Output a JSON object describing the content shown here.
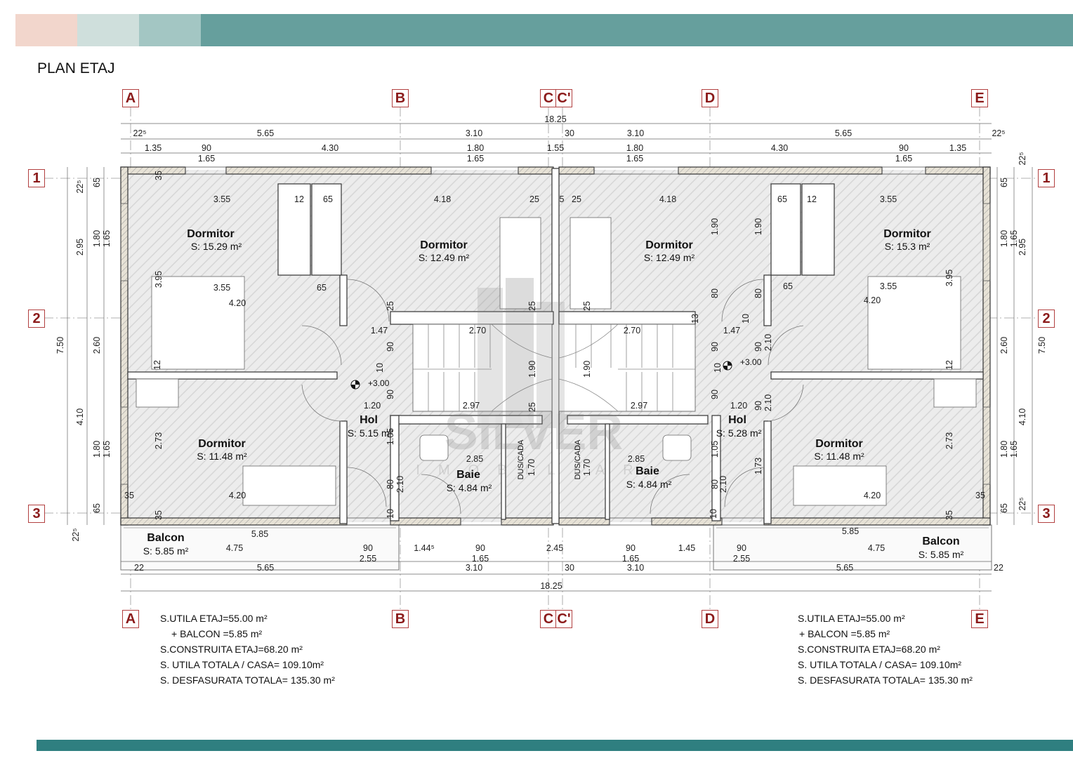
{
  "header": {
    "page_title": "PLAN ETAJ",
    "bar_colors": [
      "#f2d6cc",
      "#cfdfdc",
      "#a3c6c3",
      "#669f9d"
    ]
  },
  "footer_bar_color": "#2f7f80",
  "grid_axes": {
    "columns": [
      "A",
      "B",
      "C",
      "C'",
      "D",
      "E"
    ],
    "rows": [
      "1",
      "2",
      "3"
    ]
  },
  "watermark": {
    "brand": "SILVER",
    "tagline": "IMOBILIAR"
  },
  "rooms": {
    "dormitor_tl": {
      "name": "Dormitor",
      "area": "S: 15.29 m²"
    },
    "dormitor_tc": {
      "name": "Dormitor",
      "area": "S: 12.49 m²"
    },
    "dormitor_tcr": {
      "name": "Dormitor",
      "area": "S: 12.49 m²"
    },
    "dormitor_tr": {
      "name": "Dormitor",
      "area": "S: 15.3 m²"
    },
    "dormitor_bl": {
      "name": "Dormitor",
      "area": "S: 11.48 m²"
    },
    "dormitor_br": {
      "name": "Dormitor",
      "area": "S: 11.48 m²"
    },
    "hol_l": {
      "name": "Hol",
      "area": "S: 5.15 m²"
    },
    "hol_r": {
      "name": "Hol",
      "area": "S: 5.28 m²"
    },
    "baie_l": {
      "name": "Baie",
      "area": "S: 4.84 m²"
    },
    "baie_r": {
      "name": "Baie",
      "area": "S: 4.84 m²"
    },
    "balcon_l": {
      "name": "Balcon",
      "area": "S: 5.85 m²"
    },
    "balcon_r": {
      "name": "Balcon",
      "area": "S: 5.85 m²"
    },
    "dus_l": "DUS/CADA",
    "dus_r": "DUS/CADA"
  },
  "levels": {
    "left": "+3.00",
    "right": "+3.00"
  },
  "dimensions": {
    "total_top": "18.25",
    "total_bottom": "18.25",
    "top_row1": [
      "22⁵",
      "5.65",
      "3.10",
      "30",
      "3.10",
      "5.65",
      "22⁵"
    ],
    "top_row2": [
      "1.35",
      "90",
      "4.30",
      "1.80",
      "1.55",
      "1.80",
      "4.30",
      "90",
      "1.35"
    ],
    "top_row3": [
      "1.65",
      "1.65",
      "1.65",
      "1.65"
    ],
    "bottom_row1": [
      "4.75",
      "90",
      "1.44⁵",
      "90",
      "2.45",
      "90",
      "1.45",
      "90",
      "4.75"
    ],
    "bottom_row2": [
      "2.55",
      "1.65",
      "1.65",
      "2.55"
    ],
    "bottom_row3": [
      "22",
      "5.65",
      "3.10",
      "30",
      "3.10",
      "5.65",
      "22"
    ],
    "balcon_width_l": "5.85",
    "balcon_width_r": "5.85",
    "left_side": [
      "7.50",
      "2.95",
      "2.60",
      "4.10",
      "22⁵",
      "65",
      "1.80",
      "1.65",
      "1.80",
      "1.65",
      "65",
      "22⁵"
    ],
    "right_side": [
      "7.50",
      "2.95",
      "2.60",
      "4.10",
      "22⁵",
      "65",
      "1.80",
      "1.65",
      "1.80",
      "1.65",
      "65",
      "22⁵"
    ],
    "interior": [
      "3.55",
      "12",
      "65",
      "4.18",
      "25",
      "5",
      "25",
      "4.18",
      "65",
      "12",
      "3.55",
      "3.95",
      "3.55",
      "65",
      "4.20",
      "1.47",
      "2.70",
      "2.70",
      "1.47",
      "90",
      "10",
      "90",
      "1.20",
      "2.97",
      "2.97",
      "1.20",
      "1.90",
      "1.90",
      "1.90",
      "1.90",
      "80",
      "80",
      "2.73",
      "2.73",
      "4.20",
      "4.20",
      "2.85",
      "2.85",
      "1.70",
      "1.70",
      "80",
      "2.10",
      "2.10",
      "80",
      "1.05",
      "1.05",
      "1.73",
      "35",
      "35",
      "35",
      "35",
      "10",
      "10",
      "12",
      "12",
      "13",
      "2.10",
      "2.10",
      "3.95",
      "3.55",
      "65",
      "4.20",
      "25",
      "25",
      "25",
      "25",
      "35",
      "10",
      "10",
      "90",
      "90",
      "90",
      "90"
    ]
  },
  "summary_left": [
    "S.UTILA ETAJ=55.00 m²",
    "+ BALCON =5.85 m²",
    "S.CONSTRUITA ETAJ=68.20 m²",
    "S. UTILA TOTALA / CASA= 109.10m²",
    "S. DESFASURATA TOTALA= 135.30 m²"
  ],
  "summary_right": [
    "S.UTILA ETAJ=55.00 m²",
    "+ BALCON =5.85 m²",
    "S.CONSTRUITA ETAJ=68.20 m²",
    "S. UTILA TOTALA / CASA= 109.10m²",
    "S. DESFASURATA TOTALA= 135.30 m²"
  ]
}
